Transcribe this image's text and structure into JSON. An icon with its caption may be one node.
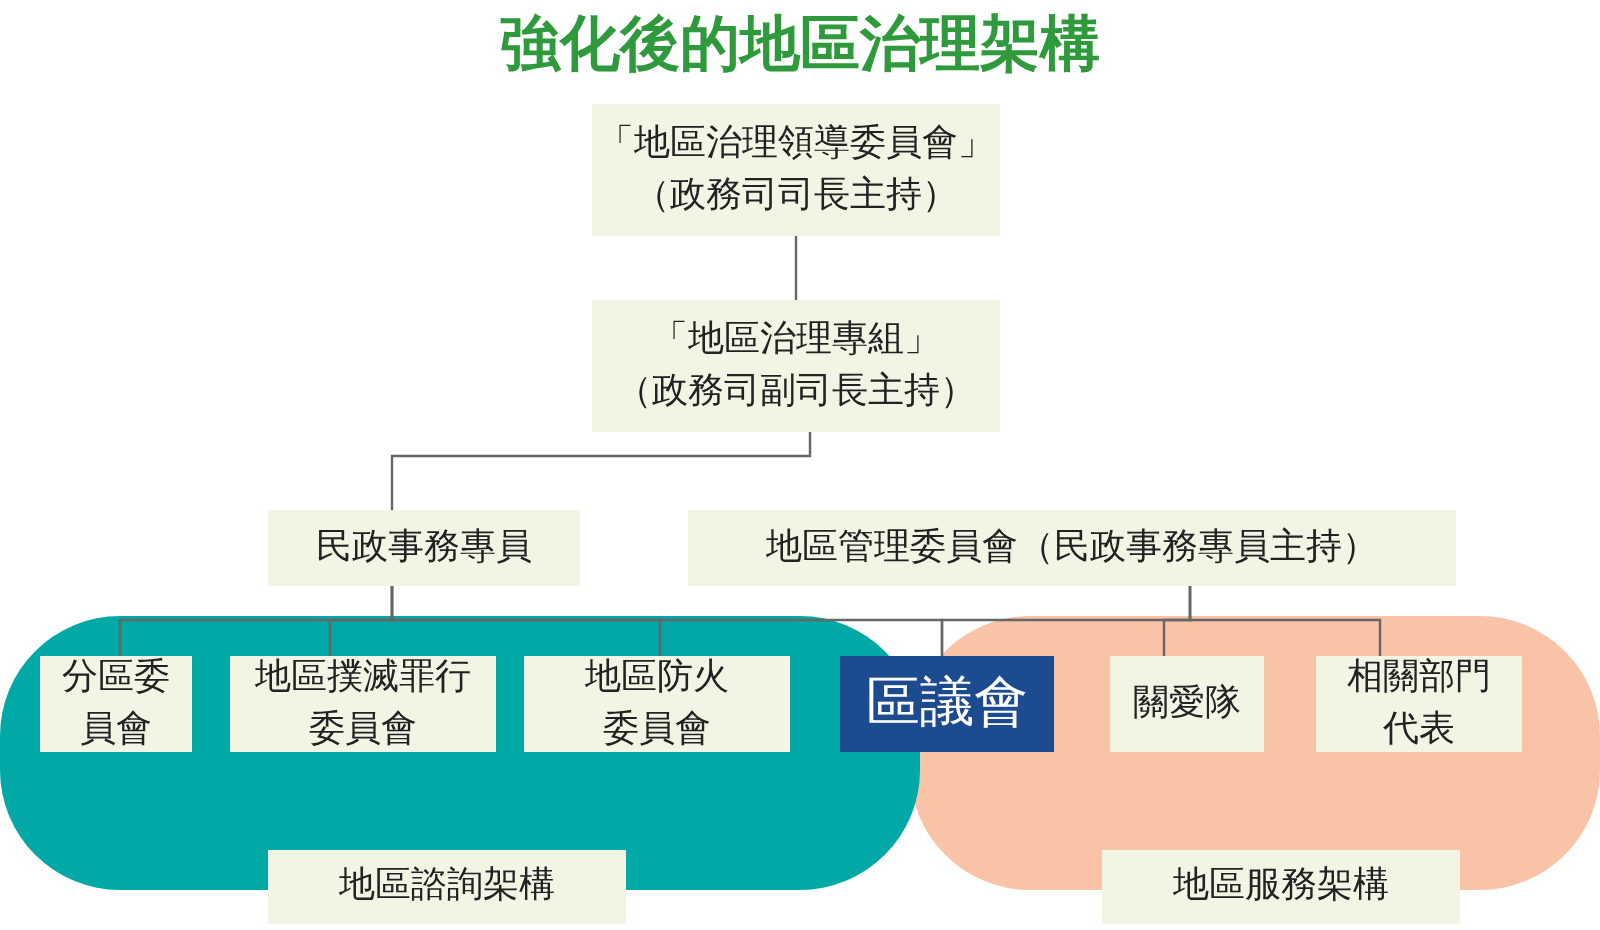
{
  "diagram": {
    "title": "強化後的地區治理架構",
    "nodes": [
      {
        "text": [
          "「地區治理領導委員會」",
          "（政務司司長主持）"
        ]
      },
      {
        "text": [
          "「地區治理專組」",
          "（政務司副司長主持）"
        ]
      },
      {
        "text": [
          "民政事務專員"
        ]
      },
      {
        "text": [
          "地區管理委員會（民政事務專員主持）"
        ]
      },
      {
        "text": [],
        "shape": "band"
      },
      {
        "text": [
          "分區委員會"
        ],
        "in": 4
      },
      {
        "text": [
          "地區撲滅罪行委員會"
        ],
        "in": 4
      },
      {
        "text": [
          "地區防火委員會"
        ],
        "in": 4
      },
      {
        "text": [
          "區議會"
        ]
      },
      {
        "text": [],
        "shape": "band"
      },
      {
        "text": [
          "關愛隊"
        ],
        "in": 9
      },
      {
        "text": [
          "相關部門代表"
        ],
        "in": 9
      },
      {
        "text": [
          "地區諮詢架構"
        ]
      },
      {
        "text": [
          "地區服務架構"
        ]
      }
    ],
    "edges": [
      {
        "from": 0,
        "to": 1,
        "arrow": "none"
      },
      {
        "from": 1,
        "to": 2,
        "arrow": "none"
      },
      {
        "from": 2,
        "to": 5,
        "arrow": "none"
      },
      {
        "from": 2,
        "to": 6,
        "arrow": "none"
      },
      {
        "from": 2,
        "to": 7,
        "arrow": "none"
      },
      {
        "from": 2,
        "to": 8,
        "arrow": "none"
      },
      {
        "from": 3,
        "to": 8,
        "arrow": "none"
      },
      {
        "from": 3,
        "to": 10,
        "arrow": "none"
      },
      {
        "from": 3,
        "to": 11,
        "arrow": "none"
      }
    ]
  }
}
